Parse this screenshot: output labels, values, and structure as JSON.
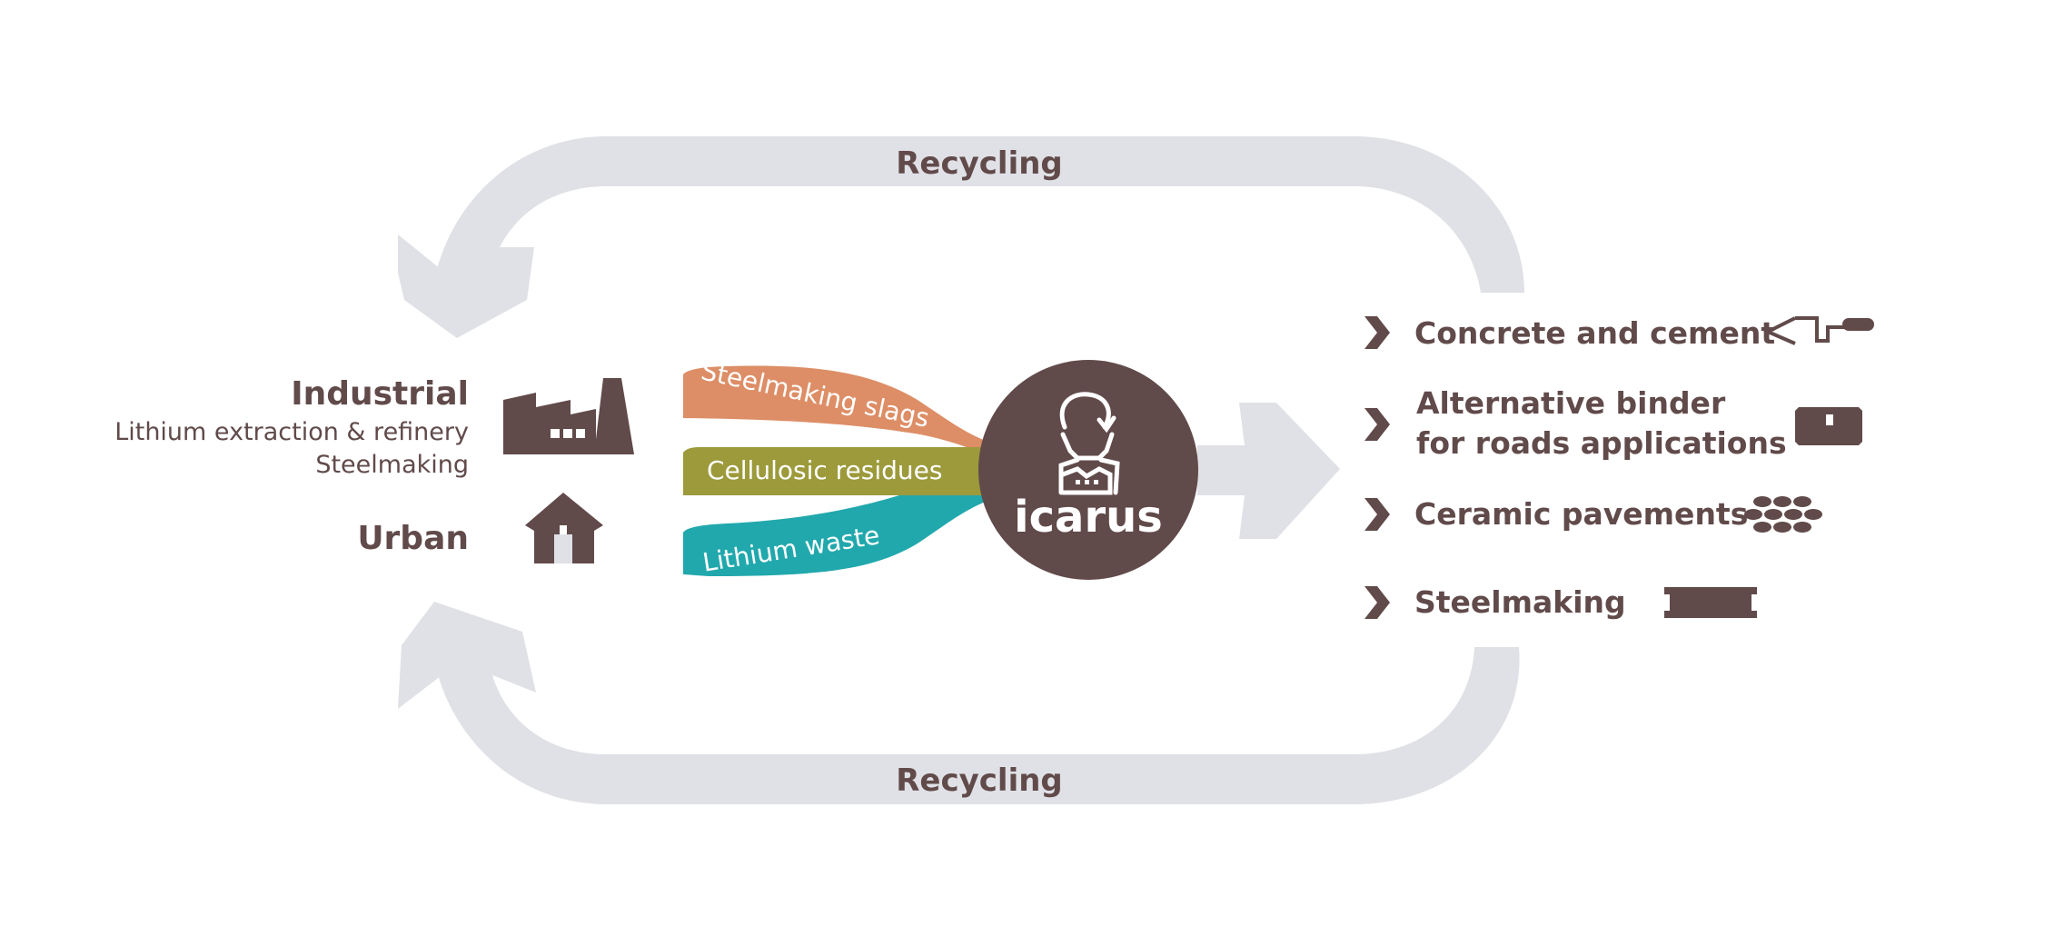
{
  "diagram": {
    "recycling_top": "Recycling",
    "recycling_bottom": "Recycling",
    "sources": {
      "industrial": {
        "title": "Industrial",
        "sub1": "Lithium extraction & refinery",
        "sub2": "Steelmaking",
        "icon": "factory-icon"
      },
      "urban": {
        "title": "Urban",
        "icon": "house-icon"
      }
    },
    "streams": [
      {
        "label": "Steelmaking slags",
        "color": "#dd8e66"
      },
      {
        "label": "Cellulosic residues",
        "color": "#9c9a3b"
      },
      {
        "label": "Lithium waste",
        "color": "#21a8ad"
      }
    ],
    "hub": {
      "label": "icarus",
      "icon": "worker-recycling-icon",
      "color": "#614a4a"
    },
    "products": [
      {
        "line1": "Concrete and cement",
        "line2": "",
        "icon": "trowel-icon"
      },
      {
        "line1": "Alternative binder",
        "line2": "for roads applications",
        "icon": "binder-block-icon"
      },
      {
        "line1": "Ceramic pavements",
        "line2": "",
        "icon": "pavement-tiles-icon"
      },
      {
        "line1": "Steelmaking",
        "line2": "",
        "icon": "steel-beam-icon"
      }
    ],
    "colors": {
      "brown": "#614a4a",
      "grey": "#e0e1e6",
      "white": "#ffffff"
    }
  }
}
